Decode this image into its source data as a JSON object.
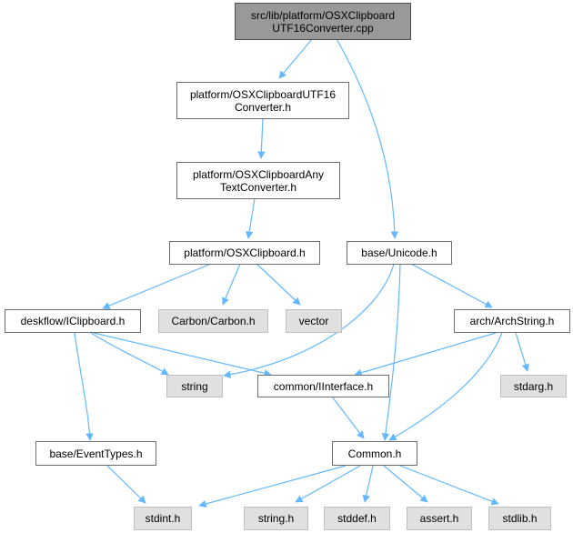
{
  "graph": {
    "root": {
      "line1": "src/lib/platform/OSXClipboard",
      "line2": "UTF16Converter.cpp"
    },
    "nodes": {
      "utf16": {
        "line1": "platform/OSXClipboardUTF16",
        "line2": "Converter.h"
      },
      "anytext": {
        "line1": "platform/OSXClipboardAny",
        "line2": "TextConverter.h"
      },
      "osxclipboard": {
        "label": "platform/OSXClipboard.h"
      },
      "unicode": {
        "label": "base/Unicode.h"
      },
      "iclipboard": {
        "label": "deskflow/IClipboard.h"
      },
      "carbon": {
        "label": "Carbon/Carbon.h"
      },
      "vector": {
        "label": "vector"
      },
      "archstring": {
        "label": "arch/ArchString.h"
      },
      "string": {
        "label": "string"
      },
      "iinterface": {
        "label": "common/IInterface.h"
      },
      "stdarg": {
        "label": "stdarg.h"
      },
      "eventtypes": {
        "label": "base/EventTypes.h"
      },
      "common": {
        "label": "Common.h"
      },
      "stdint": {
        "label": "stdint.h"
      },
      "string_h": {
        "label": "string.h"
      },
      "stddef": {
        "label": "stddef.h"
      },
      "assert": {
        "label": "assert.h"
      },
      "stdlib": {
        "label": "stdlib.h"
      }
    },
    "edge_color": "#63b8ff",
    "system_header_fill": "#e0e0e0",
    "root_fill": "#999999"
  }
}
